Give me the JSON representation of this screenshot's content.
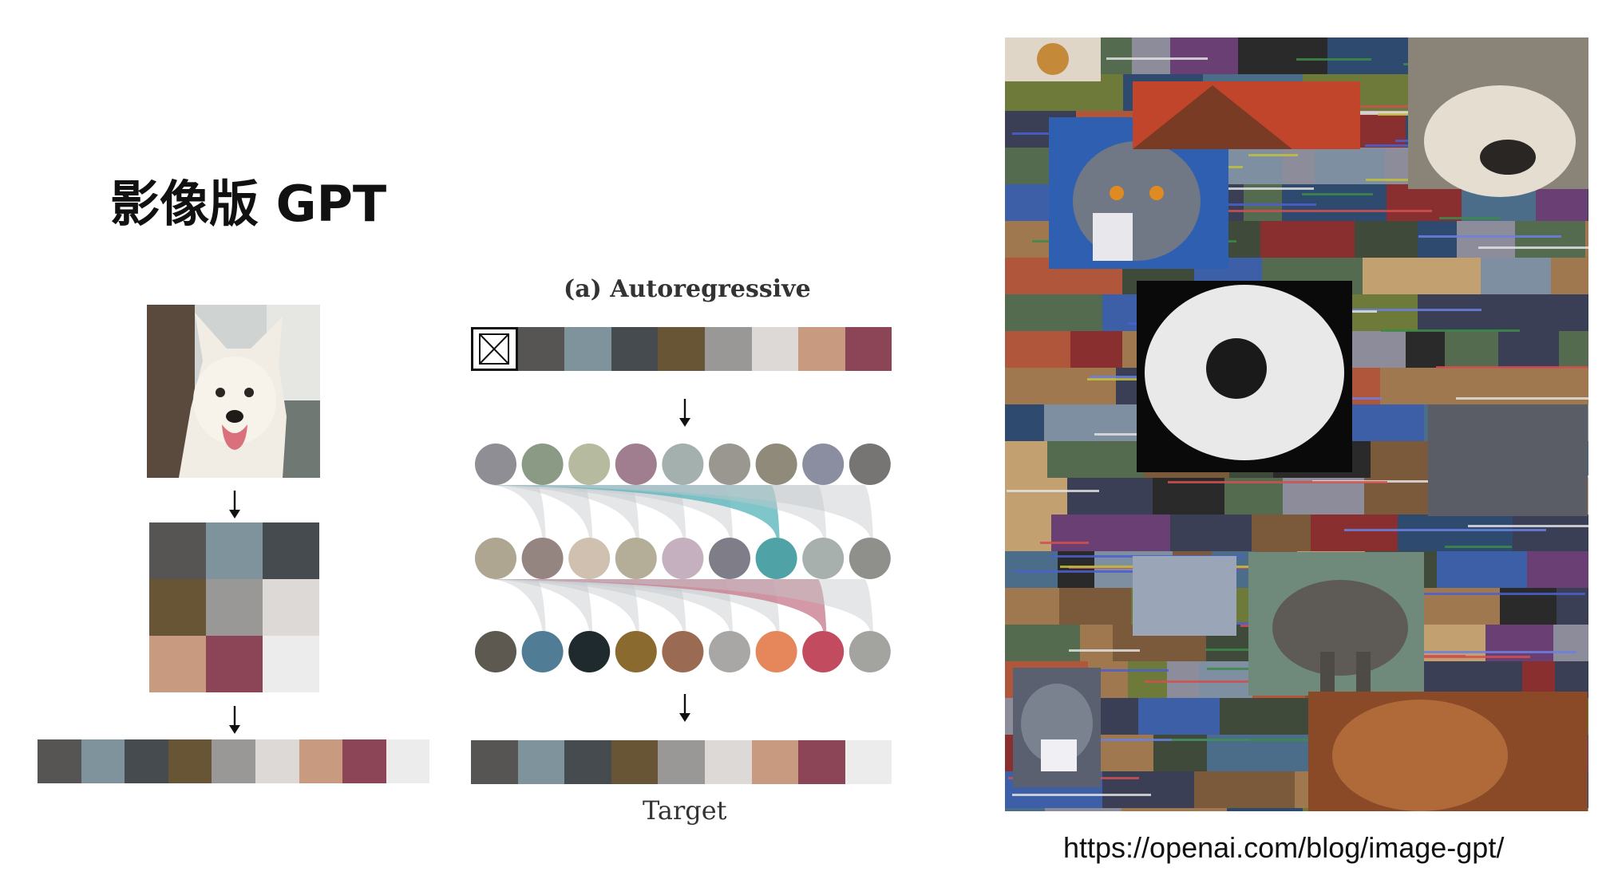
{
  "slide": {
    "title": "影像版 GPT",
    "source_url": "https://openai.com/blog/image-gpt/"
  },
  "figure": {
    "section_title": "(a) Autoregressive",
    "target_label": "Target"
  },
  "colors": {
    "pixel_grid": [
      "#565554",
      "#7f939c",
      "#464b50",
      "#675536",
      "#9a9896",
      "#ddd9d6",
      "#c89b80",
      "#8c4556",
      "#ececec"
    ],
    "input_sequence": [
      "#565554",
      "#7f939c",
      "#464b50",
      "#675536",
      "#9a9896",
      "#ddd9d6",
      "#c89b80",
      "#8c4556"
    ],
    "layer1": [
      "#8f8e94",
      "#8a9a84",
      "#b6bba0",
      "#a17d90",
      "#a3b0ae",
      "#9a9790",
      "#8f8a7a",
      "#8b8ea0",
      "#777474"
    ],
    "layer2": [
      "#aea690",
      "#958581",
      "#d0c0b0",
      "#b4ad98",
      "#c4b0be",
      "#7f7e88",
      "#4fa3a6",
      "#a7b0ac",
      "#8f8f8c"
    ],
    "layer3": [
      "#5d5951",
      "#507d95",
      "#1f2a2e",
      "#8a6a2e",
      "#9b6a52",
      "#a9a7a5",
      "#e5875b",
      "#c34b60",
      "#a3a3a0"
    ],
    "attention_highlight_1": "#5fb8bd",
    "attention_highlight_2": "#c98090",
    "attention_base": "#c4c8cc"
  }
}
